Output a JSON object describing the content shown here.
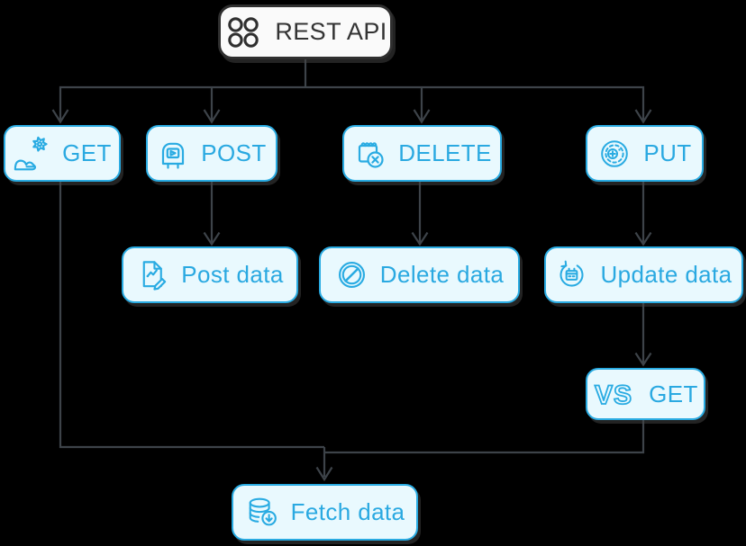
{
  "colors": {
    "background": "#000000",
    "accent": "#29abe2",
    "node_fill": "#e9f9fe",
    "root_border": "#2f2f2f",
    "root_fill": "#fafafa",
    "root_text": "#333333",
    "edge_line": "#3d4349"
  },
  "nodes": {
    "rest_api": {
      "label": "REST API",
      "icon": "api-circles-icon"
    },
    "get": {
      "label": "GET",
      "icon": "hand-gear-icon"
    },
    "post": {
      "label": "POST",
      "icon": "mailbox-icon"
    },
    "delete": {
      "label": "DELETE",
      "icon": "notepad-remove-icon"
    },
    "put": {
      "label": "PUT",
      "icon": "wheel-add-icon"
    },
    "post_data": {
      "label": "Post data",
      "icon": "document-edit-icon"
    },
    "delete_data": {
      "label": "Delete data",
      "icon": "no-entry-icon"
    },
    "update_data": {
      "label": "Update data",
      "icon": "refresh-calendar-icon"
    },
    "vs_get": {
      "label": "GET",
      "icon": "vs-glyph-icon",
      "icon_text": "VS"
    },
    "fetch_data": {
      "label": "Fetch data",
      "icon": "database-download-icon"
    }
  },
  "edges": [
    {
      "from": "REST API",
      "to": "GET"
    },
    {
      "from": "REST API",
      "to": "POST"
    },
    {
      "from": "REST API",
      "to": "DELETE"
    },
    {
      "from": "REST API",
      "to": "PUT"
    },
    {
      "from": "POST",
      "to": "Post data"
    },
    {
      "from": "DELETE",
      "to": "Delete data"
    },
    {
      "from": "PUT",
      "to": "Update data"
    },
    {
      "from": "Update data",
      "to": "VS GET"
    },
    {
      "from": "GET",
      "to": "Fetch data"
    },
    {
      "from": "VS GET",
      "to": "Fetch data"
    }
  ]
}
